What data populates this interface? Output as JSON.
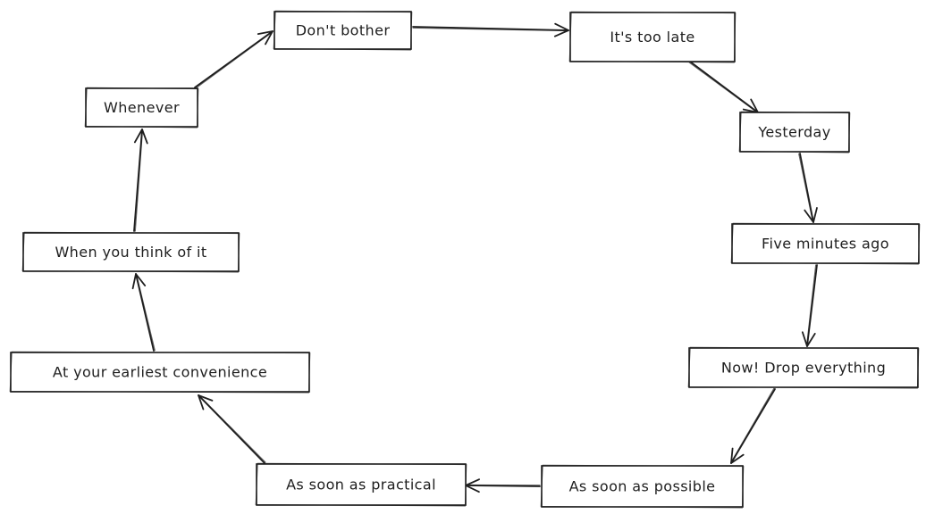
{
  "diagram": {
    "nodes": [
      {
        "id": "dont-bother",
        "label": "Don't bother"
      },
      {
        "id": "its-too-late",
        "label": "It's too late"
      },
      {
        "id": "yesterday",
        "label": "Yesterday"
      },
      {
        "id": "five-minutes-ago",
        "label": "Five minutes ago"
      },
      {
        "id": "now-drop-everything",
        "label": "Now! Drop everything"
      },
      {
        "id": "as-soon-as-possible",
        "label": "As soon as possible"
      },
      {
        "id": "as-soon-as-practical",
        "label": "As soon as practical"
      },
      {
        "id": "at-your-earliest-convenience",
        "label": "At your earliest convenience"
      },
      {
        "id": "when-you-think-of-it",
        "label": "When you think of it"
      },
      {
        "id": "whenever",
        "label": "Whenever"
      }
    ],
    "edges": [
      {
        "from": "dont-bother",
        "to": "its-too-late"
      },
      {
        "from": "its-too-late",
        "to": "yesterday"
      },
      {
        "from": "yesterday",
        "to": "five-minutes-ago"
      },
      {
        "from": "five-minutes-ago",
        "to": "now-drop-everything"
      },
      {
        "from": "now-drop-everything",
        "to": "as-soon-as-possible"
      },
      {
        "from": "as-soon-as-possible",
        "to": "as-soon-as-practical"
      },
      {
        "from": "as-soon-as-practical",
        "to": "at-your-earliest-convenience"
      },
      {
        "from": "at-your-earliest-convenience",
        "to": "when-you-think-of-it"
      },
      {
        "from": "when-you-think-of-it",
        "to": "whenever"
      },
      {
        "from": "whenever",
        "to": "dont-bother"
      }
    ]
  }
}
